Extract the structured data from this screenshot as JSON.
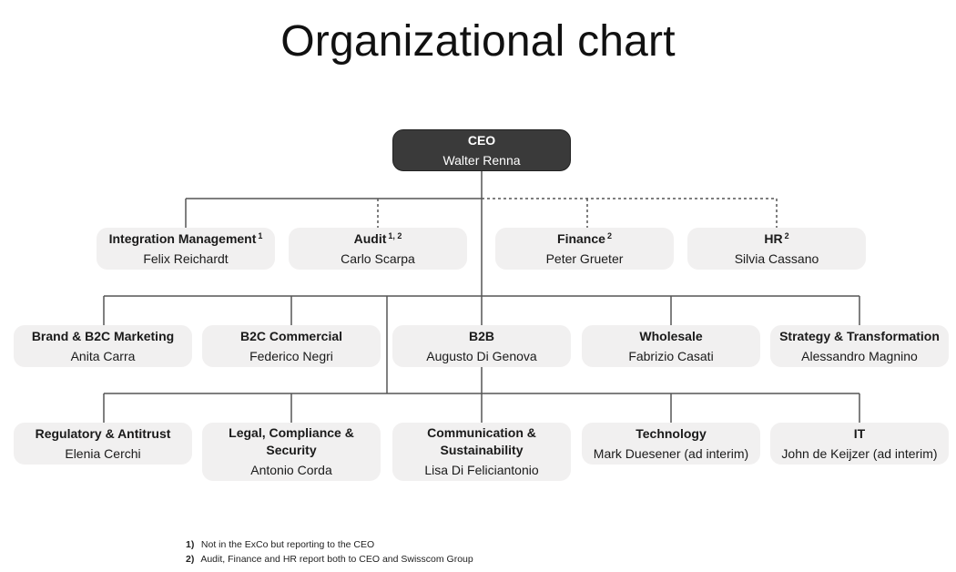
{
  "title": "Organizational chart",
  "ceo": {
    "role": "CEO",
    "person": "Walter Renna"
  },
  "staff": [
    {
      "role": "Integration Management",
      "note": "1",
      "person": "Felix Reichardt",
      "link": "solid"
    },
    {
      "role": "Audit",
      "note": "1, 2",
      "person": "Carlo Scarpa",
      "link": "dotted"
    },
    {
      "role": "Finance",
      "note": "2",
      "person": "Peter Grueter",
      "link": "dotted"
    },
    {
      "role": "HR",
      "note": "2",
      "person": "Silvia Cassano",
      "link": "dotted"
    }
  ],
  "row2": [
    {
      "role": "Brand & B2C Marketing",
      "person": "Anita Carra"
    },
    {
      "role": "B2C Commercial",
      "person": "Federico Negri"
    },
    {
      "role": "B2B",
      "person": "Augusto Di Genova"
    },
    {
      "role": "Wholesale",
      "person": "Fabrizio Casati"
    },
    {
      "role": "Strategy & Transformation",
      "person": "Alessandro Magnino"
    }
  ],
  "row3": [
    {
      "role": "Regulatory & Antitrust",
      "person": "Elenia Cerchi"
    },
    {
      "role": "Legal, Compliance & Security",
      "person": "Antonio Corda"
    },
    {
      "role": "Communication & Sustainability",
      "person": "Lisa Di Feliciantonio"
    },
    {
      "role": "Technology",
      "person": "Mark Duesener (ad interim)"
    },
    {
      "role": "IT",
      "person": "John de Keijzer (ad interim)"
    }
  ],
  "footnotes": [
    {
      "num": "1)",
      "text": "Not in the ExCo but reporting to the CEO"
    },
    {
      "num": "2)",
      "text": "Audit, Finance and HR report both to CEO and Swisscom Group"
    }
  ],
  "colors": {
    "line": "#555555",
    "box": "#f1f0f0",
    "ceo_box": "#3a3a3a"
  }
}
